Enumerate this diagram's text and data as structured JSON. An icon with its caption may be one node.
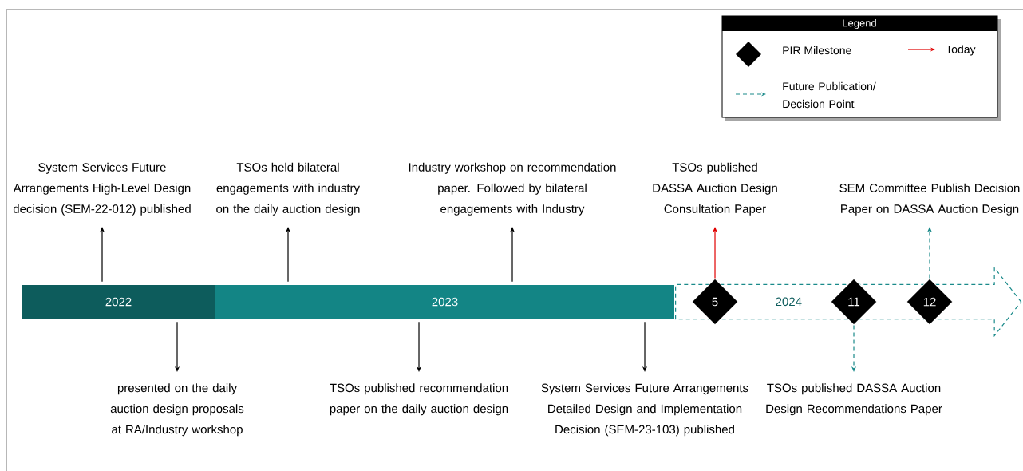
{
  "diagram": {
    "nodes": [
      {
        "text": [
          "2022"
        ]
      },
      {
        "text": [
          "2023"
        ]
      },
      {
        "text": [
          "2024"
        ]
      },
      {
        "text": [
          "5"
        ],
        "in": 2
      },
      {
        "text": [
          "11"
        ],
        "in": 2
      },
      {
        "text": [
          "12"
        ],
        "in": 2
      },
      {
        "text": [
          "System Services Future Arrangements High-Level Design decision (SEM-22-012) published"
        ]
      },
      {
        "text": [
          "TSOs held bilateral engagements with industry on the daily auction design"
        ]
      },
      {
        "text": [
          "Industry workshop on recommendation paper. Followed by bilateral engagements with Industry"
        ]
      },
      {
        "text": [
          "TSOs published DASSA Auction Design Consultation Paper"
        ]
      },
      {
        "text": [
          "SEM Committee Publish Decision Paper on DASSA Auction Design"
        ]
      },
      {
        "text": [
          "presented on the daily auction design proposals at RA/Industry workshop"
        ]
      },
      {
        "text": [
          "TSOs published recommendation paper on the daily auction design"
        ]
      },
      {
        "text": [
          "System Services Future Arrangements Detailed Design and Implementation Decision (SEM-23-103) published"
        ]
      },
      {
        "text": [
          "TSOs published DASSA Auction Design Recommendations Paper"
        ]
      }
    ],
    "edges": [
      {
        "from": 0,
        "to": 6,
        "arrow": "to"
      },
      {
        "from": 0,
        "to": 11,
        "arrow": "to"
      },
      {
        "from": 1,
        "to": 7,
        "arrow": "to"
      },
      {
        "from": 1,
        "to": 12,
        "arrow": "to"
      },
      {
        "from": 1,
        "to": 8,
        "arrow": "to"
      },
      {
        "from": 1,
        "to": 13,
        "arrow": "to"
      },
      {
        "from": 3,
        "to": 9,
        "arrow": "to",
        "color": "#e00000"
      },
      {
        "from": 5,
        "to": 10,
        "arrow": "to",
        "style": "dashed",
        "color": "#1a8a8a"
      },
      {
        "from": 4,
        "to": 14,
        "arrow": "to",
        "style": "dashed",
        "color": "#1a8a8a"
      }
    ],
    "labels": [
      "Legend"
    ],
    "legend": [
      {
        "text": "PIR Milestone"
      },
      {
        "text": "Today"
      },
      {
        "text": "Future Publication/ Decision Point"
      }
    ]
  }
}
